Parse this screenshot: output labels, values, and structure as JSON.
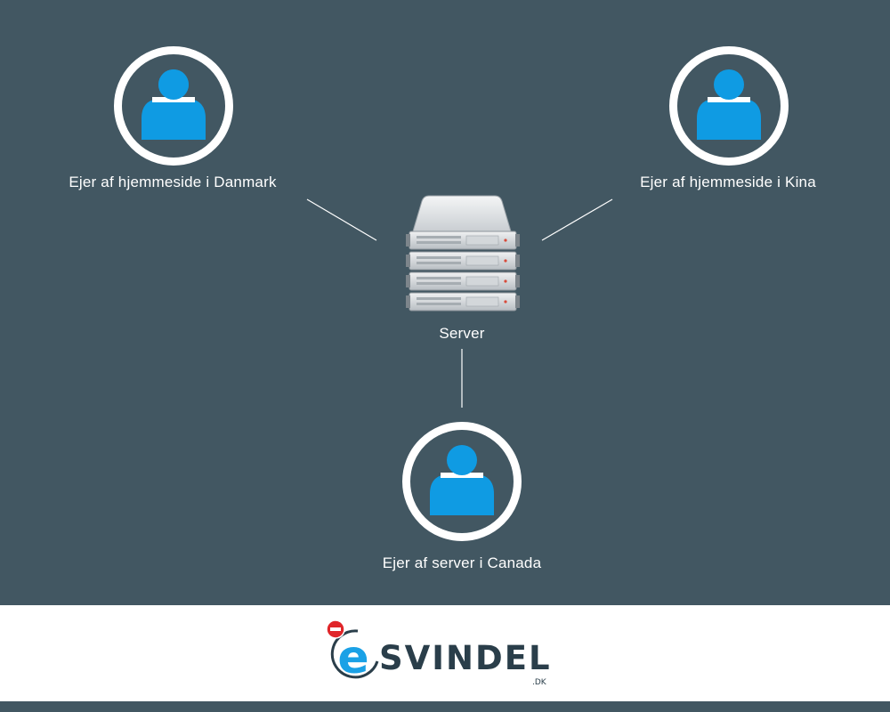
{
  "nodes": {
    "owner_denmark": {
      "label": "Ejer af hjemmeside i Danmark"
    },
    "owner_china": {
      "label": "Ejer af hjemmeside i Kina"
    },
    "server": {
      "label": "Server"
    },
    "owner_canada": {
      "label": "Ejer af server i Canada"
    }
  },
  "logo": {
    "letter": "e",
    "word": "SVINDEL",
    "suffix": ".DK"
  },
  "icons": {
    "person": "person-icon",
    "server": "server-rack-icon",
    "stop": "no-entry-icon"
  },
  "colors": {
    "background": "#425762",
    "avatar": "#0f9be3",
    "ring": "#ffffff",
    "logo_blue": "#1aa1e6",
    "logo_dark": "#2a3e4a",
    "stop_red": "#e0262a"
  }
}
